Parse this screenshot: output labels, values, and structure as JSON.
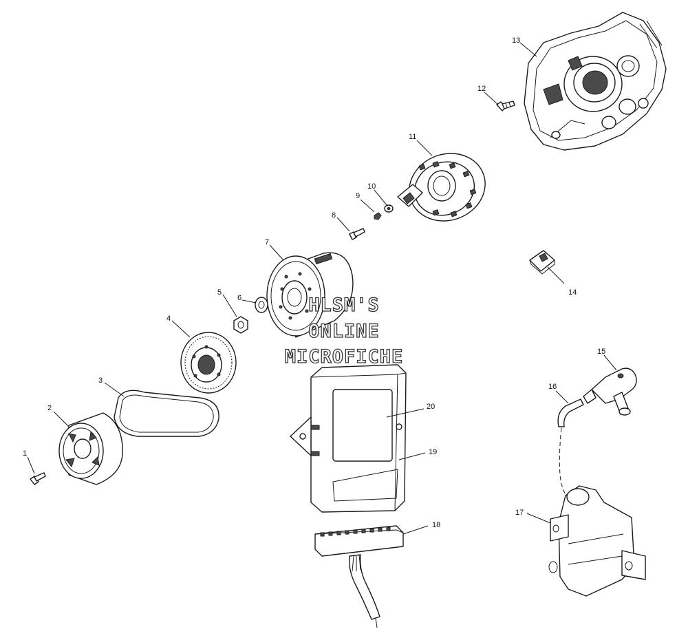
{
  "colors": {
    "line": "#1a1a1a",
    "background": "#ffffff",
    "shade": "#4a4a4a",
    "watermark_stroke": "#333333"
  },
  "watermark": {
    "line1": "HLSM'S",
    "line2": "ONLINE",
    "line3": "MICROFICHE"
  },
  "callouts": [
    {
      "id": "1",
      "label": "1"
    },
    {
      "id": "2",
      "label": "2"
    },
    {
      "id": "3",
      "label": "3"
    },
    {
      "id": "4",
      "label": "4"
    },
    {
      "id": "5",
      "label": "5"
    },
    {
      "id": "6",
      "label": "6"
    },
    {
      "id": "7",
      "label": "7"
    },
    {
      "id": "8",
      "label": "8"
    },
    {
      "id": "9",
      "label": "9"
    },
    {
      "id": "10",
      "label": "10"
    },
    {
      "id": "11",
      "label": "11"
    },
    {
      "id": "12",
      "label": "12"
    },
    {
      "id": "13",
      "label": "13"
    },
    {
      "id": "14",
      "label": "14"
    },
    {
      "id": "15",
      "label": "15"
    },
    {
      "id": "16",
      "label": "16"
    },
    {
      "id": "17",
      "label": "17"
    },
    {
      "id": "18",
      "label": "18"
    },
    {
      "id": "19",
      "label": "19"
    },
    {
      "id": "20",
      "label": "20"
    }
  ]
}
